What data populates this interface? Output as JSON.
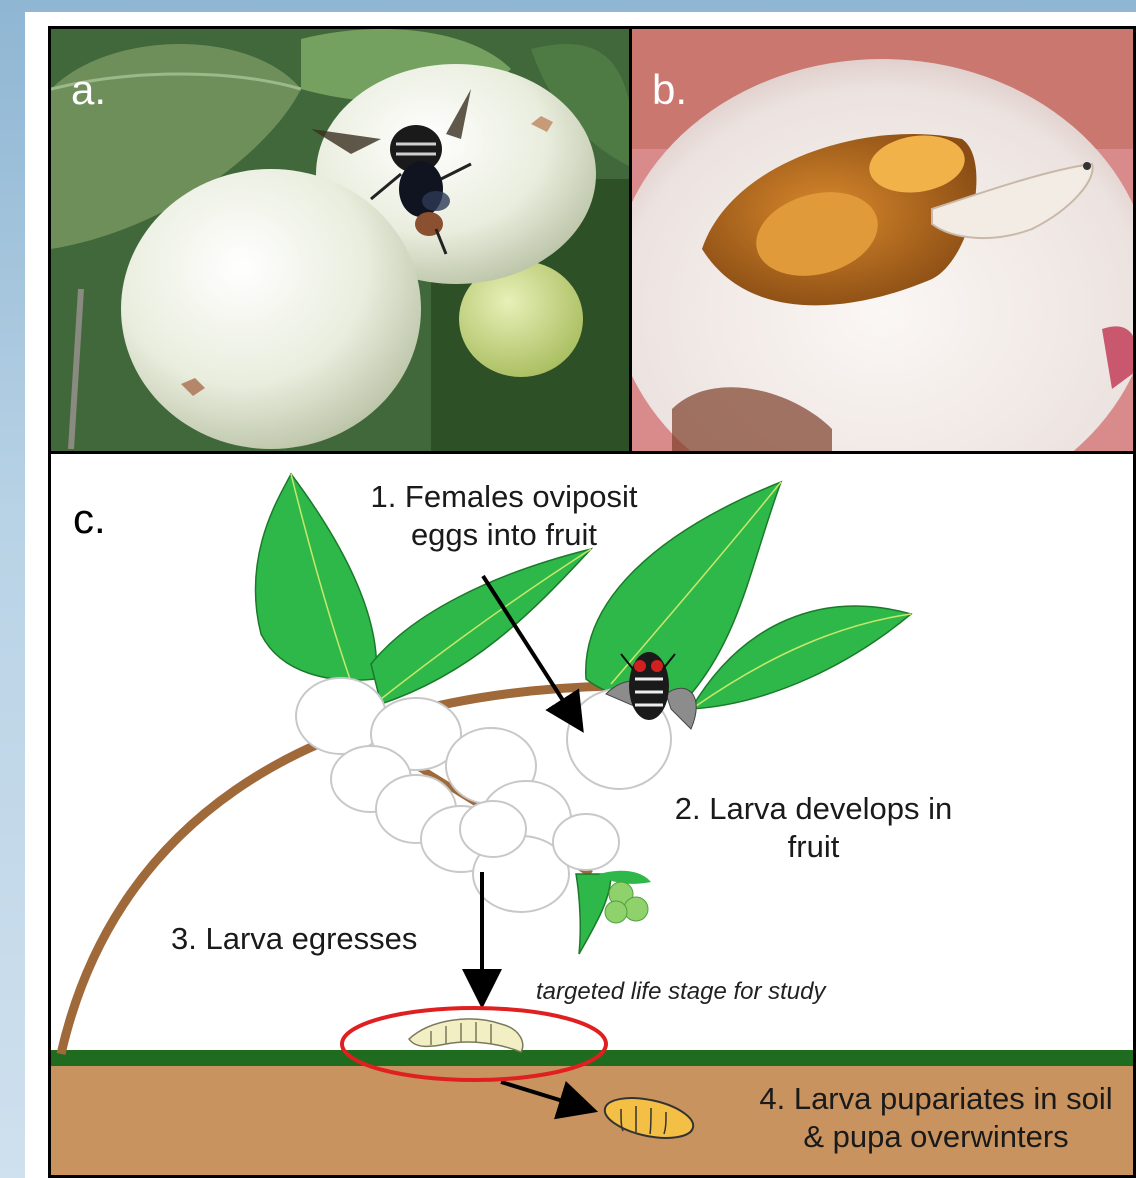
{
  "panels": {
    "a": {
      "letter": "a."
    },
    "b": {
      "letter": "b."
    },
    "c": {
      "letter": "c."
    }
  },
  "lifecycle": {
    "stage1": "1. Females oviposit\neggs into fruit",
    "stage2": "2. Larva develops in\nfruit",
    "stage3": "3. Larva egresses",
    "note": "targeted life stage for study",
    "stage4": "4. Larva pupariates in soil\n& pupa overwinters"
  },
  "colors": {
    "leaf": "#2fb84a",
    "branch": "#a0693a",
    "grass": "#1f6b1f",
    "soil": "#c8935e",
    "highlight": "#e02020",
    "fruit": "#ffffff",
    "larva": "#f3efc4",
    "pupa": "#f4bf45"
  }
}
